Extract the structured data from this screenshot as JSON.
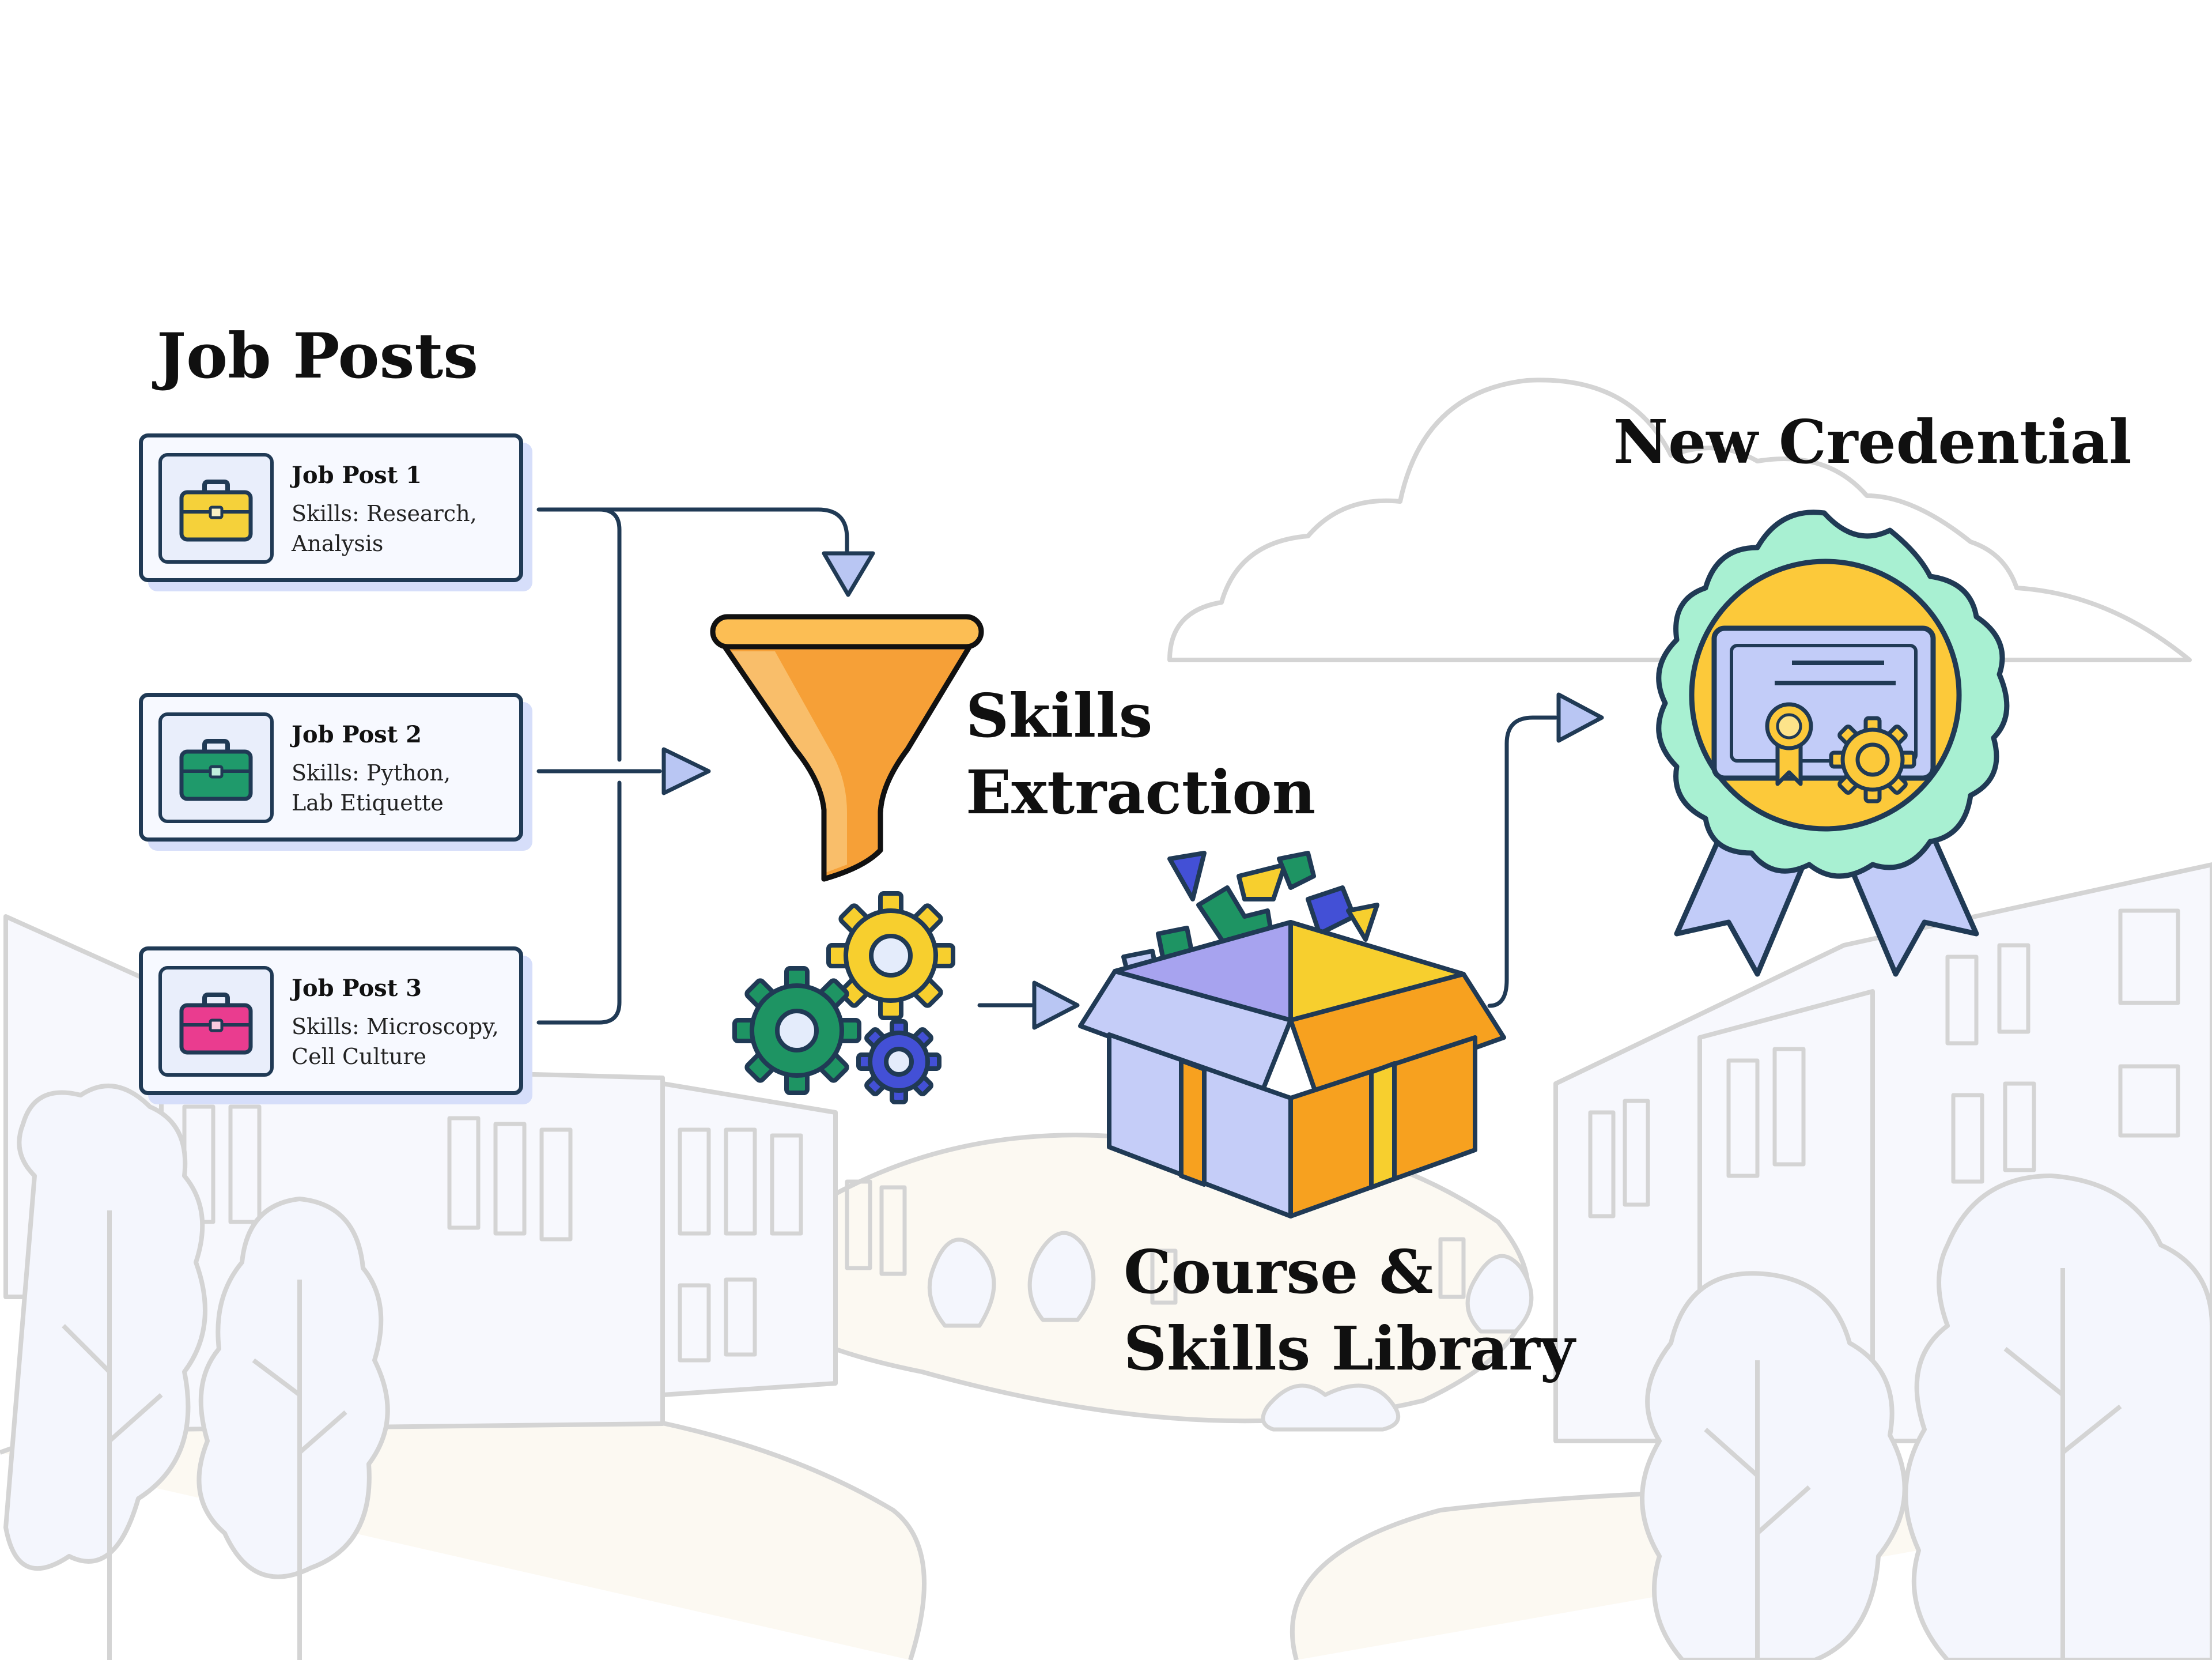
{
  "headings": {
    "job_posts": "Job Posts",
    "skills_extraction": [
      "Skills",
      "Extraction"
    ],
    "library": [
      "Course &",
      "Skills Library"
    ],
    "credential": "New Credential"
  },
  "job_posts": [
    {
      "title": "Job Post 1",
      "skills": [
        "Skills: Research,",
        "Analysis"
      ],
      "icon": "briefcase-icon",
      "color": "#f5d13a"
    },
    {
      "title": "Job Post 2",
      "skills": [
        "Skills: Python,",
        "Lab Etiquette"
      ],
      "icon": "briefcase-icon",
      "color": "#1f9a6b"
    },
    {
      "title": "Job Post 3",
      "skills": [
        "Skills: Microscopy,",
        "Cell Culture"
      ],
      "icon": "briefcase-icon",
      "color": "#ea3c8f"
    }
  ],
  "icons": {
    "funnel": "funnel-icon",
    "gears": "gears-icon",
    "library": "open-box-icon",
    "credential": "award-badge-icon"
  },
  "colors": {
    "outline": "#203a55",
    "arrow_head": "#b9c6f3",
    "funnel": "#f6a037",
    "badge_outer": "#a8f0d2",
    "badge_inner": "#fcc93a",
    "ribbon": "#c2ccf8",
    "gear_yellow": "#f7cf2e",
    "gear_green": "#1e9463",
    "gear_blue": "#4350d6",
    "box_left": "#c5cdf8",
    "box_right": "#f7a11f",
    "background_lines": "#d4d4d4"
  }
}
